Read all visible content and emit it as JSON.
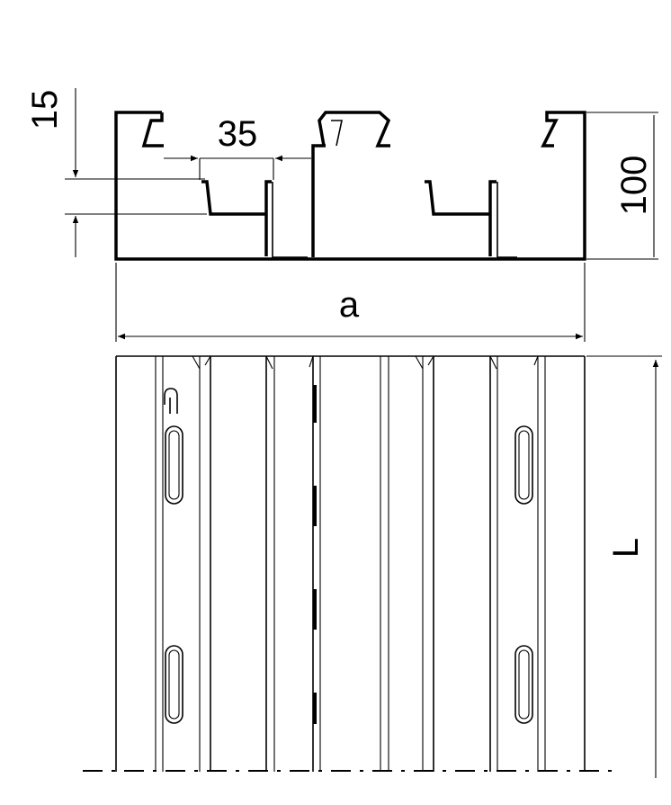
{
  "dimensions": {
    "lip_height": "15",
    "rail_width": "35",
    "height": "100",
    "width": "a",
    "length": "L"
  },
  "colors": {
    "line": "#000000",
    "background": "#ffffff"
  }
}
